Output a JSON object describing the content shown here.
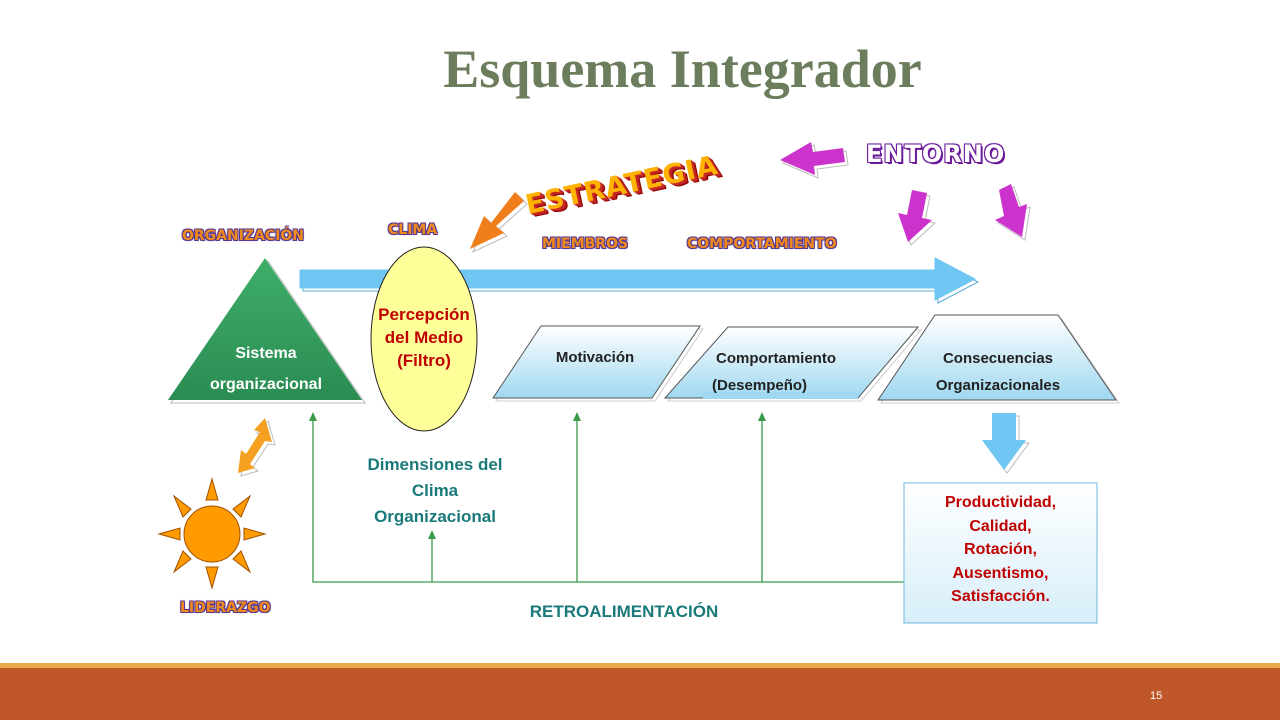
{
  "title": "Esquema Integrador",
  "labels": {
    "organizacion": "ORGANIZACIÓN",
    "clima": "CLIMA",
    "miembros": "MIEMBROS",
    "comportamiento": "COMPORTAMIENTO",
    "entorno": "ENTORNO",
    "estrategia": "ESTRATEGIA",
    "liderazgo": "LIDERAZGO",
    "retroalimentacion": "RETROALIMENTACIÓN"
  },
  "nodes": {
    "sistema_line1": "Sistema",
    "sistema_line2": "organizacional",
    "percepcion_line1": "Percepción",
    "percepcion_line2": "del Medio",
    "percepcion_line3": "(Filtro)",
    "motivacion": "Motivación",
    "comportamiento_line1": "Comportamiento",
    "comportamiento_line2": "(Desempeño)",
    "consecuencias_line1": "Consecuencias",
    "consecuencias_line2": "Organizacionales"
  },
  "dimensiones": {
    "line1": "Dimensiones del",
    "line2": "Clima",
    "line3": "Organizacional"
  },
  "resultados": [
    "Productividad,",
    "Calidad,",
    "Rotación,",
    "Ausentismo,",
    "Satisfacción."
  ],
  "page_number": "15",
  "colors": {
    "title": "#6b7d5c",
    "triangle": "#2e9e5f",
    "ellipse": "#ffff99",
    "parallelogram": "#9fd8f0",
    "main_arrow": "#6fc6f3",
    "magenta_arrow": "#cc33cc",
    "orange_arrow": "#f07f1b",
    "sun": "#ff9a00",
    "feedback_line": "#3a9a4a",
    "results_text": "#c00000",
    "teal_text": "#1a7a7a",
    "footer": "#c0572b"
  }
}
